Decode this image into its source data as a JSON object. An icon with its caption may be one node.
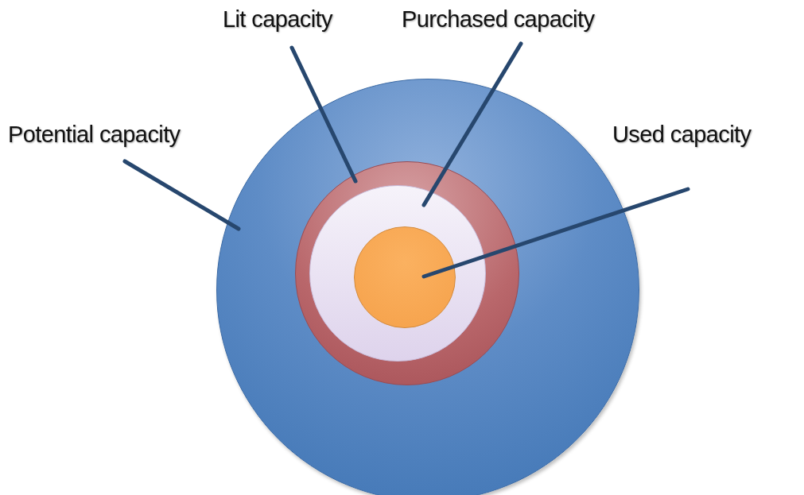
{
  "diagram": {
    "nodes": [
      {
        "text": [
          "Lit capacity"
        ]
      },
      {
        "text": [
          "Purchased capacity"
        ]
      },
      {
        "text": [
          "Potential capacity"
        ]
      },
      {
        "text": [
          "Used capacity"
        ]
      },
      {
        "text": [],
        "shape": "circle"
      },
      {
        "text": [],
        "shape": "circle",
        "in": 4
      },
      {
        "text": [],
        "shape": "circle",
        "in": 5
      },
      {
        "text": [],
        "shape": "circle",
        "in": 6
      }
    ],
    "edges": [
      {
        "from": 2,
        "to": 4,
        "arrow": "none"
      },
      {
        "from": 0,
        "to": 5,
        "arrow": "none"
      },
      {
        "from": 1,
        "to": 6,
        "arrow": "none"
      },
      {
        "from": 3,
        "to": 7,
        "arrow": "none"
      }
    ]
  }
}
